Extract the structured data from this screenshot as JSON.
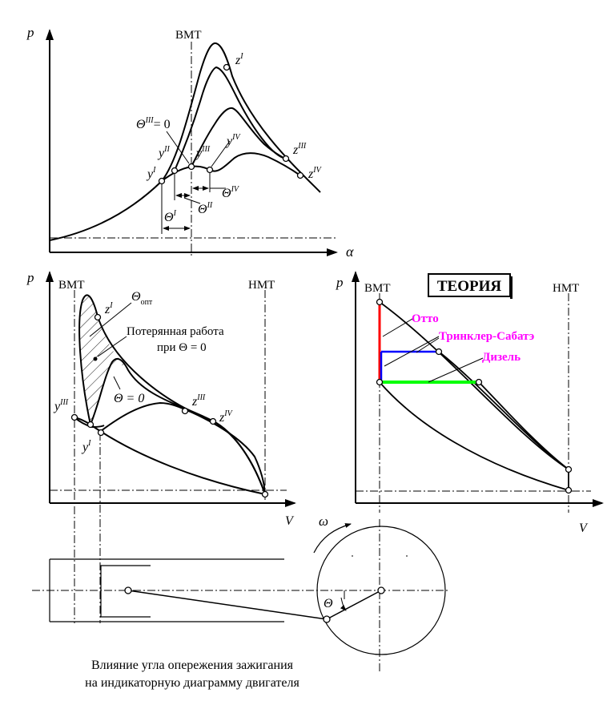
{
  "top_diagram": {
    "y_axis": "p",
    "x_axis": "α",
    "tdc_label": "ВМТ",
    "points": {
      "z1": "z",
      "z1_sup": "I",
      "z3": "z",
      "z3_sup": "III",
      "z4": "z",
      "z4_sup": "IV",
      "y1": "y",
      "y1_sup": "I",
      "y2": "y",
      "y2_sup": "II",
      "y3": "y",
      "y3_sup": "III",
      "y4": "y",
      "y4_sup": "IV"
    },
    "theta": "Θ",
    "theta_zero": "= 0",
    "sup_I": "I",
    "sup_II": "II",
    "sup_III": "III",
    "sup_IV": "IV"
  },
  "pv_left": {
    "y_axis": "p",
    "x_axis": "V",
    "tdc_label": "ВМТ",
    "bdc_label": "НМТ",
    "theta_opt": "Θ",
    "theta_opt_sub": "опт",
    "lost_work_line1": "Потерянная работа",
    "lost_work_line2": "при Θ = 0",
    "theta_zero_label": "Θ = 0",
    "points": {
      "z1": "z",
      "z1_sup": "I",
      "z3": "z",
      "z3_sup": "III",
      "z4": "z",
      "z4_sup": "IV",
      "y3": "y",
      "y3_sup": "III",
      "y1": "y",
      "y1_sup": "I"
    }
  },
  "pv_right": {
    "y_axis": "p",
    "x_axis": "V",
    "tdc_label": "ВМТ",
    "bdc_label": "НМТ",
    "title": "ТЕОРИЯ",
    "cycles": [
      {
        "name": "Отто",
        "color": "#ff00ff",
        "line_color": "#ff0000"
      },
      {
        "name": "Тринклер-Сабатэ",
        "color": "#ff00ff",
        "line_color": "#0000ff"
      },
      {
        "name": "Дизель",
        "color": "#ff00ff",
        "line_color": "#00ff00"
      }
    ]
  },
  "crank": {
    "omega": "ω",
    "theta": "Θ"
  },
  "caption": {
    "line1": "Влияние угла опережения зажигания",
    "line2": "на индикаторную диаграмму двигателя"
  }
}
